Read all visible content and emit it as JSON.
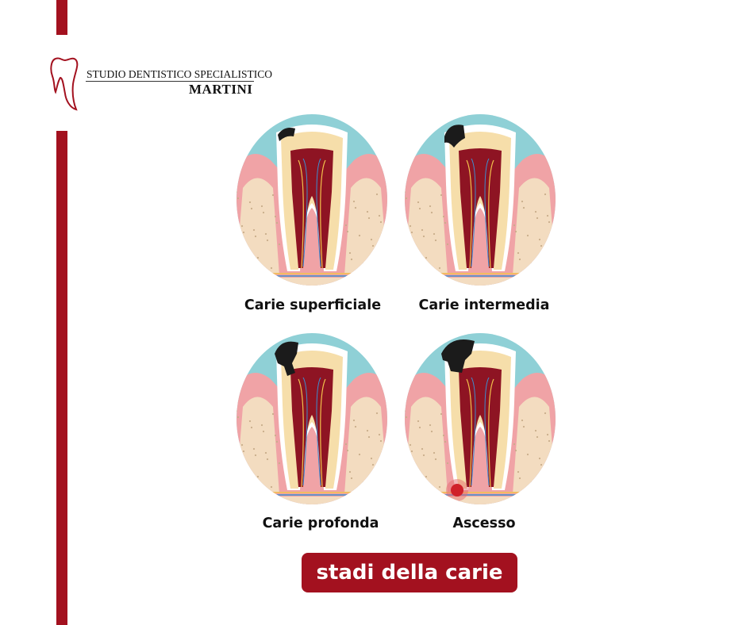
{
  "logo": {
    "line1": "STUDIO DENTISTICO SPECIALISTICO",
    "line2": "MARTINI"
  },
  "stages": [
    {
      "label": "Carie superficiale",
      "severity": 1
    },
    {
      "label": "Carie intermedia",
      "severity": 2
    },
    {
      "label": "Carie profonda",
      "severity": 3
    },
    {
      "label": "Ascesso",
      "severity": 4
    }
  ],
  "title": "stadi della carie",
  "colors": {
    "brand": "#a3111f",
    "background_circle": "#8fd0d6",
    "gum": "#f0a3a6",
    "bone": "#f3dcc0",
    "enamel": "#ffffff",
    "dentin": "#f6deaa",
    "pulp": "#8e1423",
    "decay": "#1b1b1b",
    "abscess": "#d0202a"
  }
}
